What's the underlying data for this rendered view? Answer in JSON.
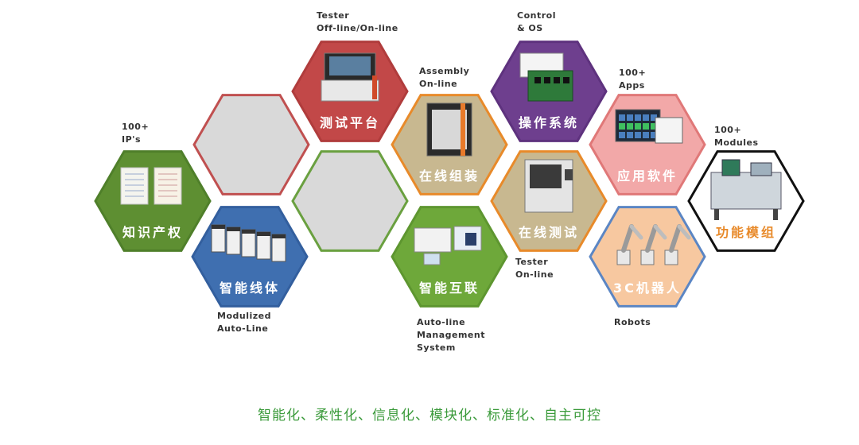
{
  "hexagons": [
    {
      "id": "ip",
      "cn": "知识产权",
      "fill": "#5e8f32",
      "stroke": "#4f7f2a",
      "icon": "certificate-icon",
      "labelColor": "#ffffff"
    },
    {
      "id": "line-body",
      "cn": "智能线体",
      "fill": "#3f6fb0",
      "stroke": "#335f9e",
      "icon": "modular-line-icon",
      "labelColor": "#ffffff"
    },
    {
      "id": "blank-red",
      "cn": "",
      "fill": "#d9d9d9",
      "stroke": "#c05050",
      "icon": "",
      "labelColor": "#ffffff"
    },
    {
      "id": "tester",
      "cn": "测试平台",
      "fill": "#c24848",
      "stroke": "#b03c3c",
      "icon": "tester-machine-icon",
      "labelColor": "#ffffff"
    },
    {
      "id": "blank-green",
      "cn": "",
      "fill": "#d9d9d9",
      "stroke": "#6aa040",
      "icon": "",
      "labelColor": "#ffffff"
    },
    {
      "id": "assembly",
      "cn": "在线组装",
      "fill": "#c8b890",
      "stroke": "#e88a2a",
      "icon": "assembly-machine-icon",
      "labelColor": "#ffffff"
    },
    {
      "id": "interconnect",
      "cn": "智能互联",
      "fill": "#6ea83a",
      "stroke": "#5e9630",
      "icon": "management-system-icon",
      "labelColor": "#ffffff"
    },
    {
      "id": "os",
      "cn": "操作系统",
      "fill": "#6e3f8e",
      "stroke": "#5e327e",
      "icon": "control-board-icon",
      "labelColor": "#ffffff"
    },
    {
      "id": "online-test",
      "cn": "在线测试",
      "fill": "#c8b890",
      "stroke": "#e88a2a",
      "icon": "online-tester-icon",
      "labelColor": "#ffffff"
    },
    {
      "id": "apps",
      "cn": "应用软件",
      "fill": "#f2a8a8",
      "stroke": "#e07878",
      "icon": "software-window-icon",
      "labelColor": "#ffffff"
    },
    {
      "id": "robots",
      "cn": "3C机器人",
      "fill": "#f7c8a0",
      "stroke": "#5b86c4",
      "icon": "robot-arm-icon",
      "labelColor": "#ffffff"
    },
    {
      "id": "modules",
      "cn": "功能模组",
      "fill": "#ffffff",
      "stroke": "#111111",
      "icon": "function-module-icon",
      "labelColor": "#e88a2a"
    }
  ],
  "labels": {
    "ip": [
      "100+",
      "IP's"
    ],
    "line": [
      "Modulized",
      "Auto-Line"
    ],
    "tester": [
      "Tester",
      "Off-line/On-line"
    ],
    "assembly": [
      "Assembly",
      "On-line"
    ],
    "interconnect": [
      "Auto-line",
      "Management",
      "System"
    ],
    "os": [
      "Control",
      "& OS"
    ],
    "online_test": [
      "Tester",
      "On-line"
    ],
    "apps": [
      "100+",
      "Apps"
    ],
    "robots": [
      "Robots"
    ],
    "modules": [
      "100+",
      "Modules"
    ]
  },
  "tagline": "智能化、柔性化、信息化、模块化、标准化、自主可控"
}
